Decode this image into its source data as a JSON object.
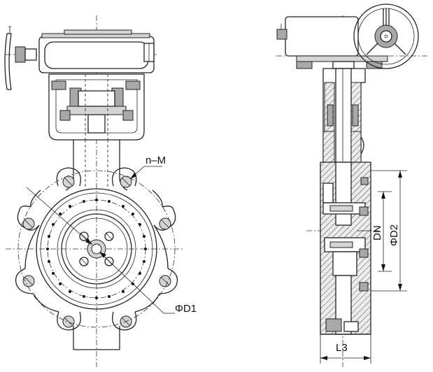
{
  "labels": {
    "bolt_count": "n–M",
    "bolt_circle": "ΦD1",
    "nominal_diameter": "DN",
    "outer_diameter": "ΦD2",
    "body_length": "L3"
  }
}
